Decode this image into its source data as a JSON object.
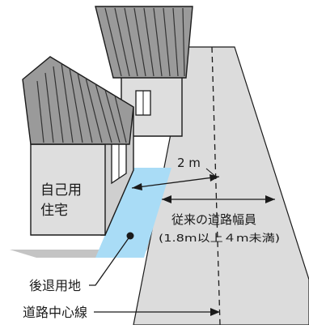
{
  "house_label_line1": "自己用",
  "house_label_line2": "住宅",
  "dim_2m": "2 m",
  "road_width_label": "従来の道路幅員",
  "road_width_range": "(1.8m以上４m未満)",
  "setback_label": "後退用地",
  "centerline_label": "道路中心線",
  "colors": {
    "road": "#dcdcdc",
    "road_shadow": "#bdbdbd",
    "setback": "#a9dcf6",
    "wall": "#dedede",
    "roof": "#9a9a9a",
    "ink": "#1a1a1a"
  }
}
